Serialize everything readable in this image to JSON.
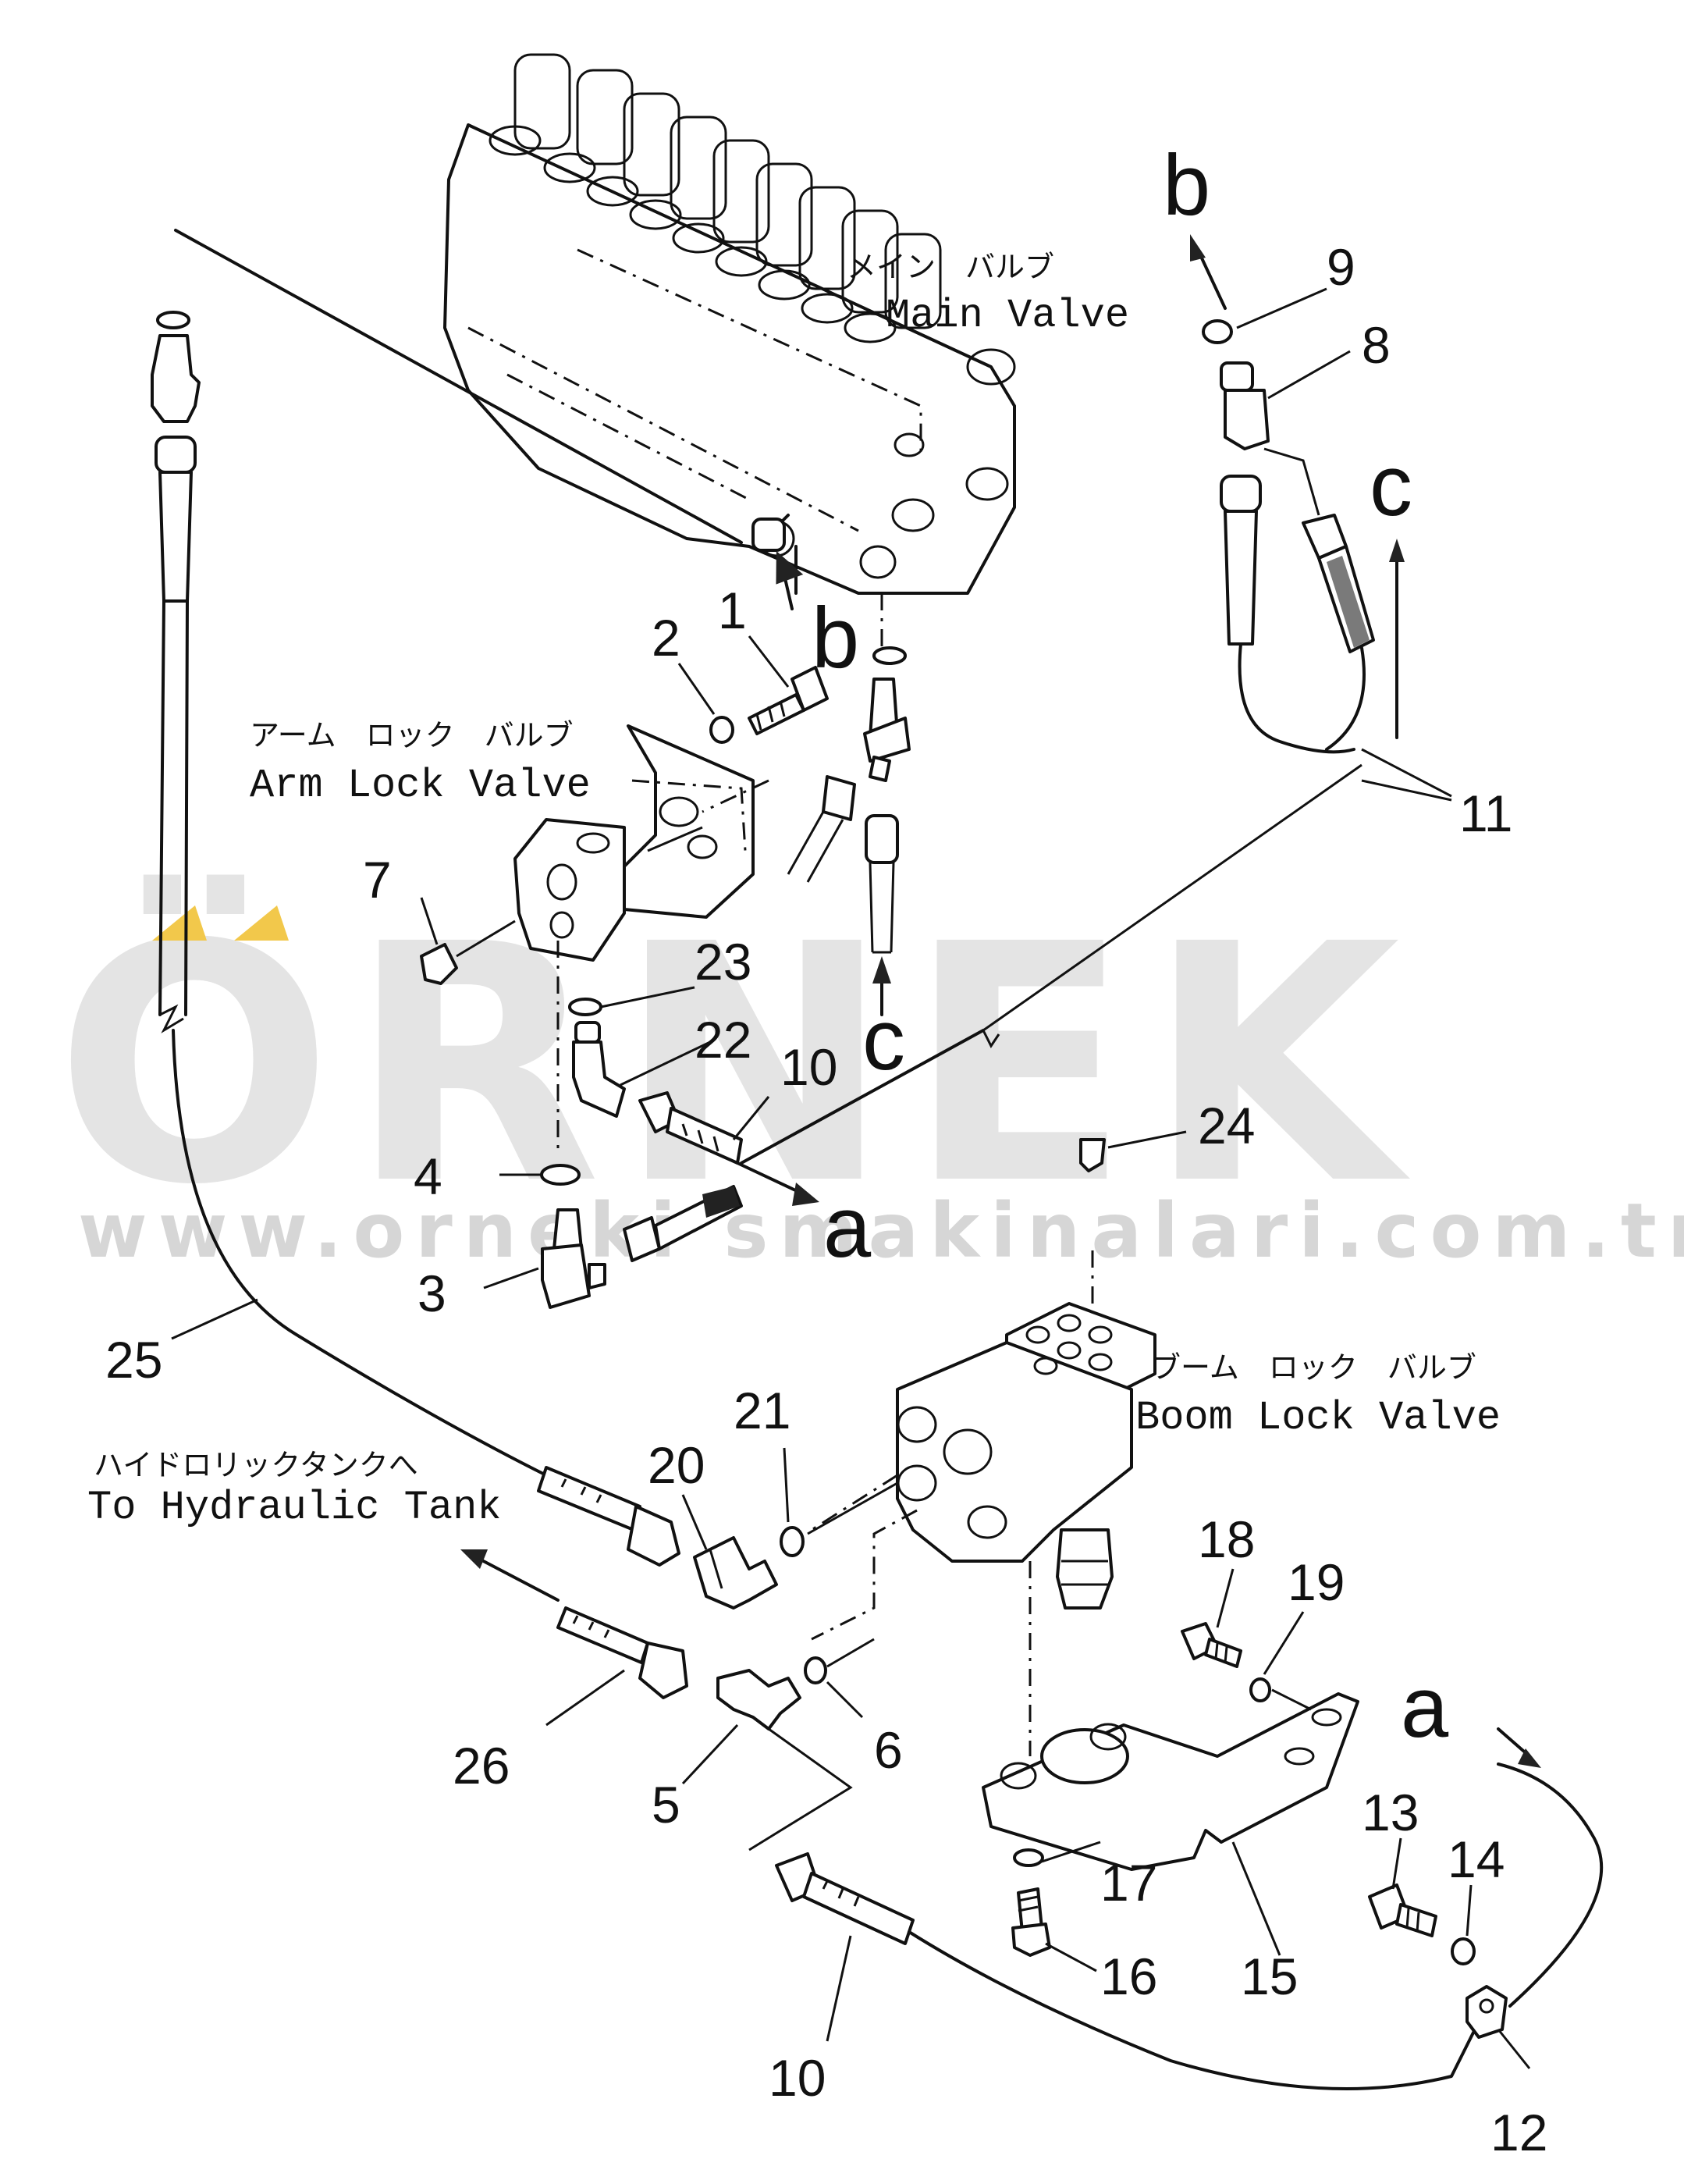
{
  "watermark": {
    "brand": "ÖRNEK",
    "url": "www.orneki smakinalari.com.tr",
    "accent_color": "#f2c84b"
  },
  "components": {
    "main_valve_jp": "メイン　バルブ",
    "main_valve": "Main Valve",
    "arm_lock_jp": "アーム　ロック　バルブ",
    "arm_lock": "Arm Lock Valve",
    "boom_lock_jp": "ブーム　ロック　バルブ",
    "boom_lock": "Boom Lock Valve",
    "tank_jp": "ハイドロリックタンクへ",
    "tank": "To Hydraulic Tank"
  },
  "connection_letters": {
    "b1": "b",
    "b2": "b",
    "c1": "c",
    "c2": "c",
    "a1": "a",
    "a2": "a"
  },
  "part_numbers": {
    "p1": "1",
    "p2": "2",
    "p3": "3",
    "p4": "4",
    "p5": "5",
    "p6": "6",
    "p7": "7",
    "p8": "8",
    "p9": "9",
    "p10a": "10",
    "p10b": "10",
    "p11": "11",
    "p12": "12",
    "p13": "13",
    "p14": "14",
    "p15": "15",
    "p16": "16",
    "p17": "17",
    "p18": "18",
    "p19": "19",
    "p20": "20",
    "p21": "21",
    "p22": "22",
    "p23": "23",
    "p24": "24",
    "p25": "25",
    "p26": "26"
  }
}
